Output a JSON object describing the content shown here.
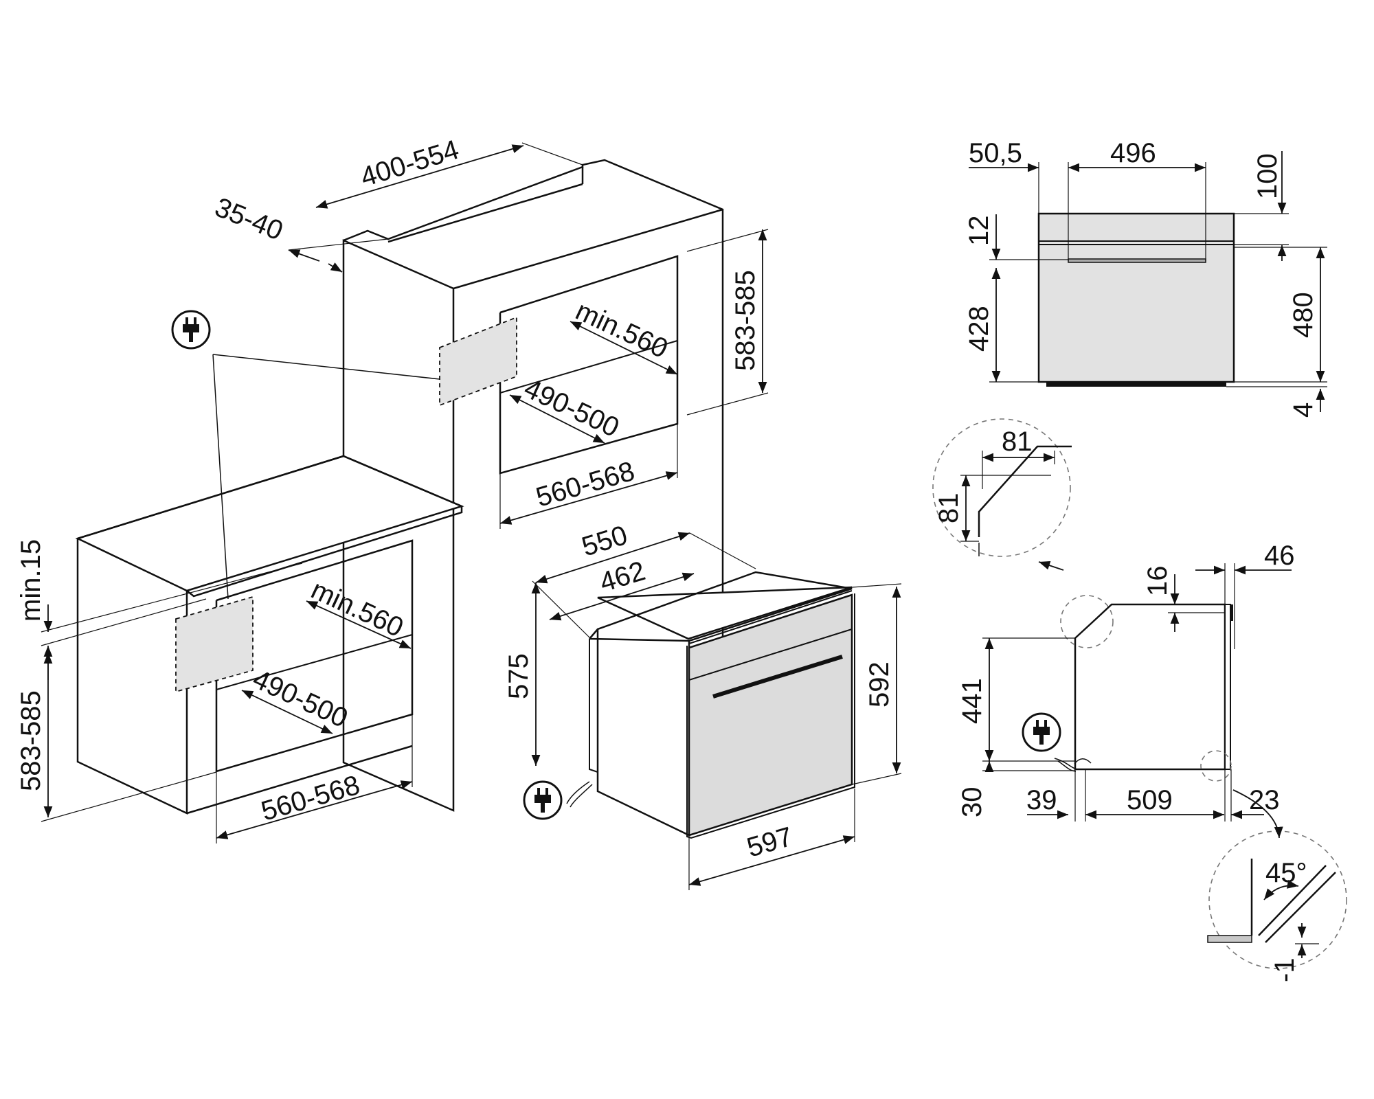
{
  "labels": {
    "cab_depth": "400-554",
    "cab_gap": "35-40",
    "tall_h": "583-585",
    "tall_min_depth": "min.560",
    "tall_depth": "490-500",
    "tall_width": "560-568",
    "low_min_top": "min.15",
    "low_h": "583-585",
    "low_min_depth": "min.560",
    "low_depth": "490-500",
    "low_width": "560-568",
    "oven_depth": "550",
    "oven_body_depth": "462",
    "oven_body_h": "575",
    "oven_h": "592",
    "oven_w": "597",
    "front_offset": "50,5",
    "front_handle": "496",
    "front_top": "100",
    "front_12": "12",
    "front_428": "428",
    "front_480": "480",
    "front_4": "4",
    "detail_81_top": "81",
    "detail_81_side": "81",
    "side_16": "16",
    "side_46": "46",
    "side_441": "441",
    "side_30": "30",
    "side_39": "39",
    "side_509": "509",
    "side_23": "23",
    "detail_45": "45°",
    "detail_minus1": "-1"
  },
  "icons": {
    "plug": "power-plug-icon"
  },
  "colors": {
    "line": "#111111",
    "zone_fill": "#e3e3e3",
    "oven_front": "#dcdcdc"
  }
}
